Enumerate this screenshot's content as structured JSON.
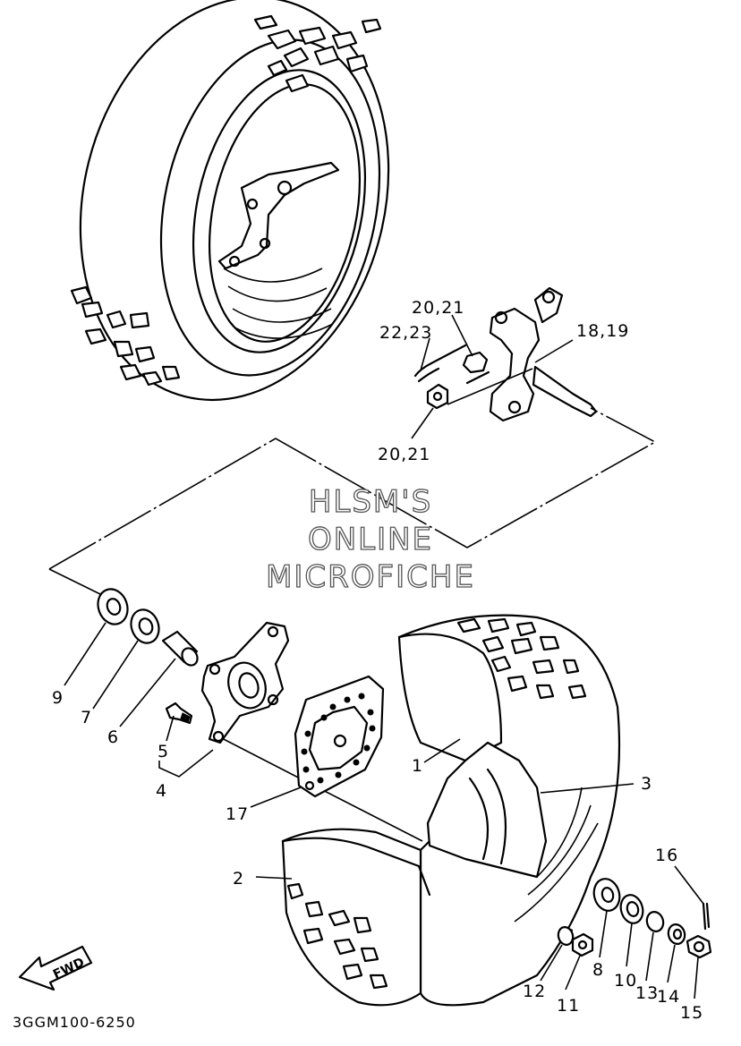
{
  "watermark": {
    "line1": "HLSM'S",
    "line2": "ONLINE",
    "line3": "MICROFICHE"
  },
  "diagram_code": "3GGM100-6250",
  "direction_label": "FWD",
  "callouts": {
    "c1": "1",
    "c2": "2",
    "c3": "3",
    "c4": "4",
    "c5": "5",
    "c6": "6",
    "c7": "7",
    "c8": "8",
    "c9": "9",
    "c10": "10",
    "c11": "11",
    "c12": "12",
    "c13": "13",
    "c14": "14",
    "c15": "15",
    "c16": "16",
    "c17": "17",
    "c18_19": "18,19",
    "c20_21_top": "20,21",
    "c20_21_bottom": "20,21",
    "c22_23": "22,23"
  }
}
